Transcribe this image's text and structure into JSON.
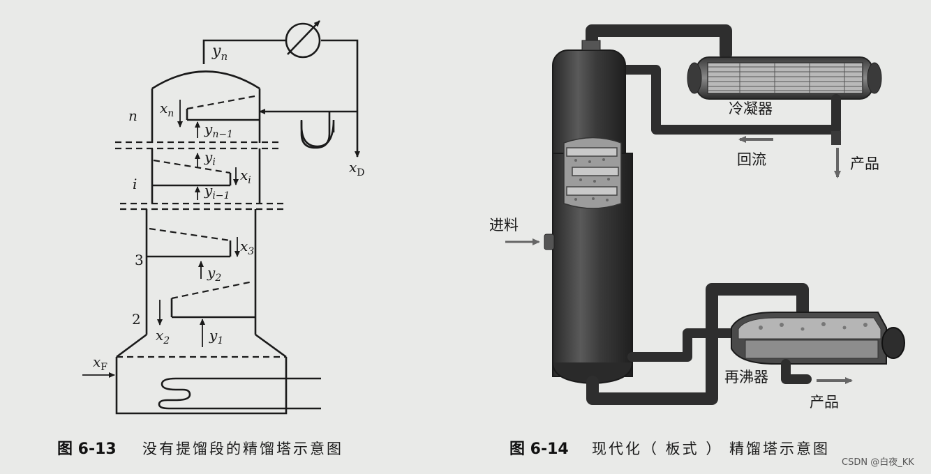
{
  "fig13": {
    "caption_num": "图 6-13",
    "caption_text": "没有提馏段的精馏塔示意图",
    "labels": {
      "yn_top_base": "y",
      "yn_top_sub": "n",
      "xn_base": "x",
      "xn_sub": "n",
      "n": "n",
      "yn1_base": "y",
      "yn1_sub": "n−1",
      "yi_base": "y",
      "yi_sub": "i",
      "xi_base": "x",
      "xi_sub": "i",
      "i": "i",
      "yi1_base": "y",
      "yi1_sub": "i−1",
      "x3_base": "x",
      "x3_sub": "3",
      "tray3": "3",
      "y2_base": "y",
      "y2_sub": "2",
      "tray2": "2",
      "x2_base": "x",
      "x2_sub": "2",
      "y1_base": "y",
      "y1_sub": "1",
      "xF_base": "x",
      "xF_sub": "F",
      "xD_base": "x",
      "xD_sub": "D"
    }
  },
  "fig14": {
    "caption_num": "图 6-14",
    "caption_text": "现代化（ 板式 ） 精馏塔示意图",
    "labels": {
      "condenser": "冷凝器",
      "reflux": "回流",
      "product_top": "产品",
      "feed": "进料",
      "reboiler": "再沸器",
      "product_bottom": "产品"
    }
  },
  "watermark": "CSDN @白夜_KK"
}
